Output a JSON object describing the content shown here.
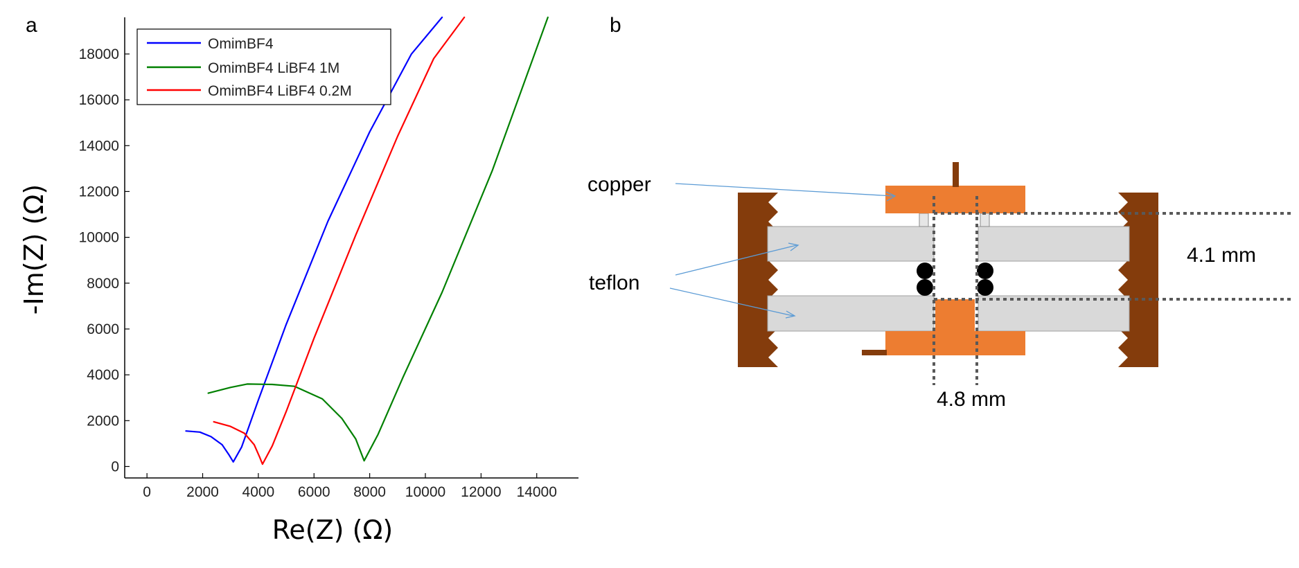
{
  "panel_a": {
    "letter": "a"
  },
  "panel_b": {
    "letter": "b",
    "labels": {
      "copper": "copper",
      "teflon": "teflon",
      "height": "4.1 mm",
      "diameter": "4.8 mm"
    },
    "colors": {
      "copper": "#ED7D31",
      "clamp": "#843C0C",
      "teflon": "#D9D9D9",
      "arrow": "#5B9BD5",
      "dim": "#595959"
    }
  },
  "chart_data": {
    "type": "line",
    "xlabel": "Re(Z) (Ω)",
    "ylabel": "-Im(Z) (Ω)",
    "xlim": [
      -800,
      15500
    ],
    "ylim": [
      -500,
      19600
    ],
    "xticks": [
      0,
      2000,
      4000,
      6000,
      8000,
      10000,
      12000,
      14000
    ],
    "xtick_labels": [
      "0",
      "2000",
      "4000",
      "6000",
      "8000",
      "10000",
      "12000",
      "14000"
    ],
    "yticks": [
      0,
      2000,
      4000,
      6000,
      8000,
      10000,
      12000,
      14000,
      16000,
      18000
    ],
    "ytick_labels": [
      "0",
      "2000",
      "4000",
      "6000",
      "8000",
      "10000",
      "12000",
      "14000",
      "16000",
      "18000"
    ],
    "grid": false,
    "legend_position": "top-left",
    "series": [
      {
        "name": "OmimBF4",
        "color": "#0000FF",
        "x": [
          1400,
          1900,
          2300,
          2700,
          2950,
          3100,
          3400,
          4000,
          5000,
          6500,
          8000,
          9500,
          10600
        ],
        "y": [
          1550,
          1500,
          1300,
          950,
          500,
          200,
          850,
          2900,
          6200,
          10700,
          14600,
          18000,
          19600
        ]
      },
      {
        "name": "OmimBF4 LiBF4 1M",
        "color": "#008000",
        "x": [
          2200,
          3000,
          3600,
          4500,
          5300,
          6300,
          7000,
          7500,
          7800,
          8300,
          9200,
          10600,
          12400,
          14400
        ],
        "y": [
          3200,
          3450,
          3600,
          3580,
          3500,
          2950,
          2100,
          1200,
          250,
          1400,
          3900,
          7600,
          12900,
          19600
        ]
      },
      {
        "name": "OmimBF4 LiBF4 0.2M",
        "color": "#FF0000",
        "x": [
          2400,
          3000,
          3500,
          3850,
          4050,
          4150,
          4500,
          5000,
          6000,
          7500,
          9000,
          10300,
          11400
        ],
        "y": [
          1950,
          1750,
          1450,
          950,
          400,
          100,
          900,
          2400,
          5600,
          10100,
          14400,
          17800,
          19600
        ]
      }
    ]
  }
}
